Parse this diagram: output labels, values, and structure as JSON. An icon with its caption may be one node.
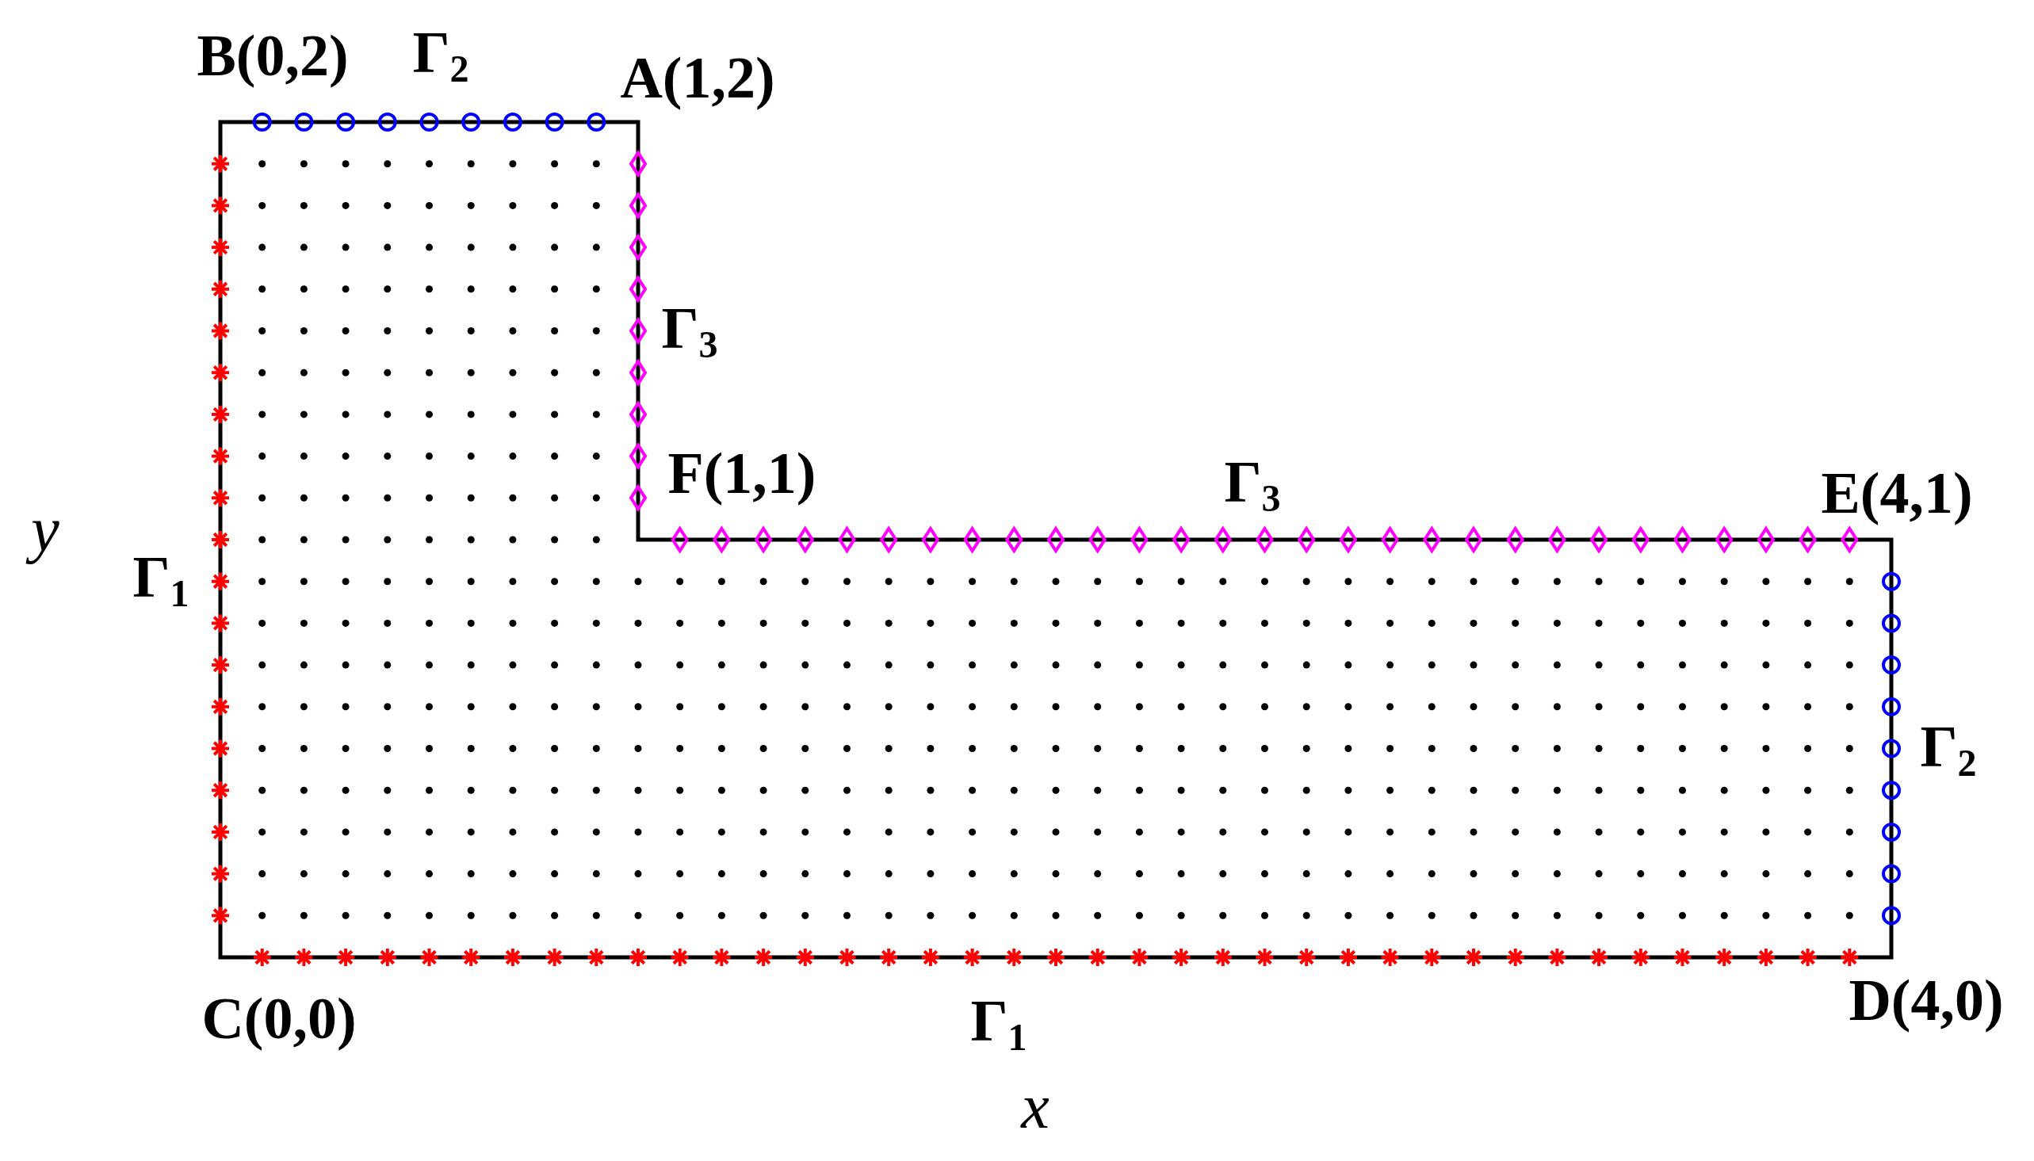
{
  "diagram": {
    "labels": [
      "B(0,2)",
      "Γ$_{2}$",
      "A(1,2)",
      "Γ$_{3}$",
      "F(1,1)",
      "Γ$_{3}$",
      "E(4,1)",
      "y",
      "Γ$_{1}$",
      "Γ$_{2}$",
      "C(0,0)",
      "Γ$_{1}$",
      "D(4,0)",
      "x"
    ]
  }
}
